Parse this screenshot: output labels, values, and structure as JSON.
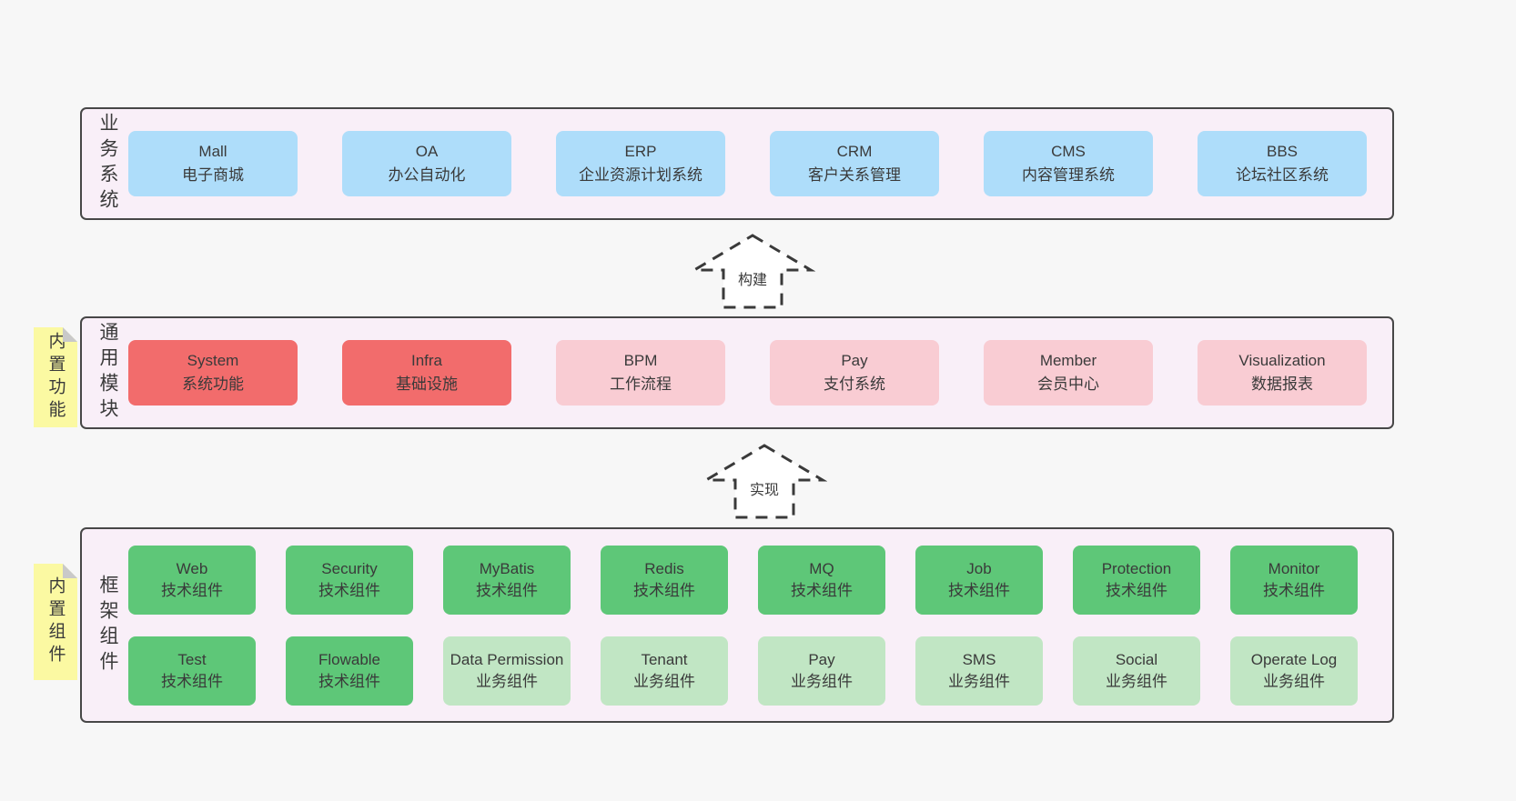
{
  "colors": {
    "page_bg": "#f7f7f7",
    "band_bg": "#f9eff8",
    "band_border": "#474747",
    "blue_box": "#aeddfa",
    "red_box": "#f26c6c",
    "pink_box": "#f9ccd3",
    "green_box": "#5ec778",
    "light_green_box": "#c1e6c4",
    "sticky_yellow": "#fbf9a2",
    "sticky_fold": "#c9c9c9",
    "text": "#3a3a3a"
  },
  "arrows": [
    {
      "label": "构建"
    },
    {
      "label": "实现"
    }
  ],
  "bands": [
    {
      "label_vertical": "业务系统",
      "boxes": [
        {
          "name": "Mall",
          "desc": "电子商城",
          "variant": "blue"
        },
        {
          "name": "OA",
          "desc": "办公自动化",
          "variant": "blue"
        },
        {
          "name": "ERP",
          "desc": "企业资源计划系统",
          "variant": "blue"
        },
        {
          "name": "CRM",
          "desc": "客户关系管理",
          "variant": "blue"
        },
        {
          "name": "CMS",
          "desc": "内容管理系统",
          "variant": "blue"
        },
        {
          "name": "BBS",
          "desc": "论坛社区系统",
          "variant": "blue"
        }
      ]
    },
    {
      "label_vertical": "通用模块",
      "tag": "内置功能",
      "boxes": [
        {
          "name": "System",
          "desc": "系统功能",
          "variant": "red"
        },
        {
          "name": "Infra",
          "desc": "基础设施",
          "variant": "red"
        },
        {
          "name": "BPM",
          "desc": "工作流程",
          "variant": "pink"
        },
        {
          "name": "Pay",
          "desc": "支付系统",
          "variant": "pink"
        },
        {
          "name": "Member",
          "desc": "会员中心",
          "variant": "pink"
        },
        {
          "name": "Visualization",
          "desc": "数据报表",
          "variant": "pink"
        }
      ]
    },
    {
      "label_vertical": "框架组件",
      "tag": "内置组件",
      "rows": [
        [
          {
            "name": "Web",
            "desc": "技术组件",
            "variant": "green"
          },
          {
            "name": "Security",
            "desc": "技术组件",
            "variant": "green"
          },
          {
            "name": "MyBatis",
            "desc": "技术组件",
            "variant": "green"
          },
          {
            "name": "Redis",
            "desc": "技术组件",
            "variant": "green"
          },
          {
            "name": "MQ",
            "desc": "技术组件",
            "variant": "green"
          },
          {
            "name": "Job",
            "desc": "技术组件",
            "variant": "green"
          },
          {
            "name": "Protection",
            "desc": "技术组件",
            "variant": "green"
          },
          {
            "name": "Monitor",
            "desc": "技术组件",
            "variant": "green"
          }
        ],
        [
          {
            "name": "Test",
            "desc": "技术组件",
            "variant": "green"
          },
          {
            "name": "Flowable",
            "desc": "技术组件",
            "variant": "green"
          },
          {
            "name": "Data Permission",
            "desc": "业务组件",
            "variant": "lgreen"
          },
          {
            "name": "Tenant",
            "desc": "业务组件",
            "variant": "lgreen"
          },
          {
            "name": "Pay",
            "desc": "业务组件",
            "variant": "lgreen"
          },
          {
            "name": "SMS",
            "desc": "业务组件",
            "variant": "lgreen"
          },
          {
            "name": "Social",
            "desc": "业务组件",
            "variant": "lgreen"
          },
          {
            "name": "Operate Log",
            "desc": "业务组件",
            "variant": "lgreen"
          }
        ]
      ]
    }
  ]
}
